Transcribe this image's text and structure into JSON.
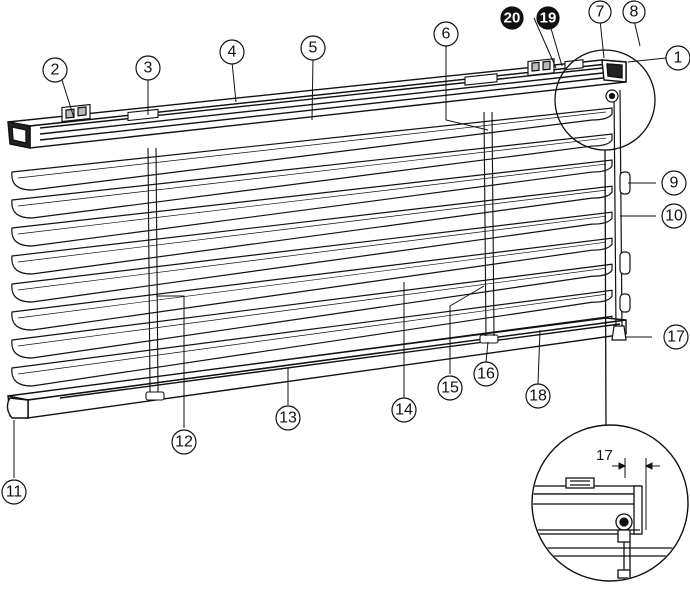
{
  "labels": {
    "n1": "1",
    "n2": "2",
    "n3": "3",
    "n4": "4",
    "n5": "5",
    "n6": "6",
    "n7": "7",
    "n8": "8",
    "n9": "9",
    "n10": "10",
    "n11": "11",
    "n12": "12",
    "n13": "13",
    "n14": "14",
    "n15": "15",
    "n16": "16",
    "n17": "17",
    "n18": "18",
    "n19": "19",
    "n20": "20"
  },
  "detail": {
    "dimension": "17"
  },
  "colors": {
    "line": "#111111",
    "slat_fill": "#ffffff",
    "background": "#ffffff"
  }
}
